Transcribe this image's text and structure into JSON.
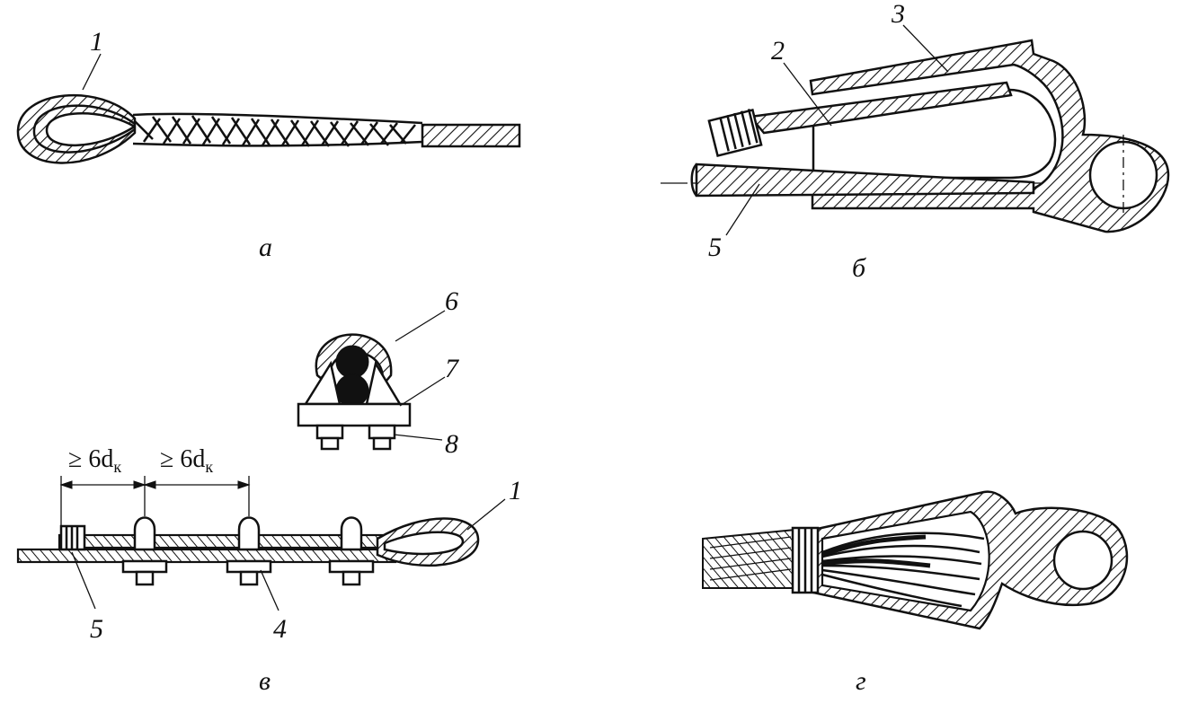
{
  "panels": {
    "a": {
      "caption": "а",
      "labels": {
        "thimble": "1"
      }
    },
    "b": {
      "caption": "б",
      "labels": {
        "wedge": "2",
        "socket": "3",
        "rope": "5"
      }
    },
    "v": {
      "caption": "в",
      "labels": {
        "clamp_saddle": "6",
        "clamp_plate": "7",
        "clamp_nut": "8",
        "thimble": "1",
        "clip": "4",
        "binding": "5"
      },
      "dimensions": {
        "spacing1": "≥ 6d",
        "spacing1_sub": "к",
        "spacing2": "≥ 6d",
        "spacing2_sub": "к"
      }
    },
    "g": {
      "caption": "г"
    }
  }
}
